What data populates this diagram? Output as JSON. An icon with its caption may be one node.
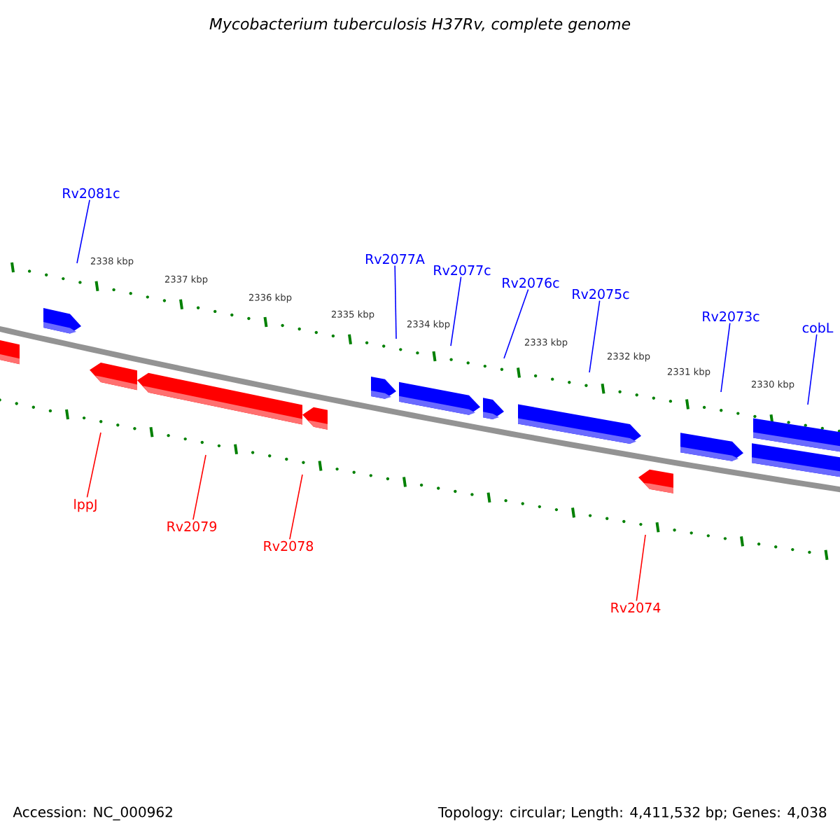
{
  "diagram": {
    "title": "Mycobacterium tuberculosis H37Rv, complete genome",
    "nodes": [
      {
        "text": [
          "Rv2081c"
        ]
      },
      {
        "text": [
          "Rv2077A"
        ]
      },
      {
        "text": [
          "Rv2077c"
        ]
      },
      {
        "text": [
          "Rv2076c"
        ]
      },
      {
        "text": [
          "Rv2075c"
        ]
      },
      {
        "text": [
          "Rv2073c"
        ]
      },
      {
        "text": [
          "cobL"
        ]
      },
      {
        "text": [
          "lppJ"
        ]
      },
      {
        "text": [
          "Rv2079"
        ]
      },
      {
        "text": [
          "Rv2078"
        ]
      },
      {
        "text": [
          "Rv2074"
        ]
      }
    ],
    "edges": [
      {
        "from": 0,
        "to": null,
        "arrow": "none"
      },
      {
        "from": 1,
        "to": null,
        "arrow": "none"
      },
      {
        "from": 2,
        "to": null,
        "arrow": "none"
      },
      {
        "from": 3,
        "to": null,
        "arrow": "none"
      },
      {
        "from": 4,
        "to": null,
        "arrow": "none"
      },
      {
        "from": 5,
        "to": null,
        "arrow": "none"
      },
      {
        "from": 6,
        "to": null,
        "arrow": "none"
      },
      {
        "from": 7,
        "to": null,
        "arrow": "none",
        "color": "#ff0000"
      },
      {
        "from": 8,
        "to": null,
        "arrow": "none",
        "color": "#ff0000"
      },
      {
        "from": 9,
        "to": null,
        "arrow": "none",
        "color": "#ff0000"
      },
      {
        "from": 10,
        "to": null,
        "arrow": "none",
        "color": "#ff0000"
      }
    ],
    "labels": [
      "2338 kbp",
      "2337 kbp",
      "2336 kbp",
      "2335 kbp",
      "2334 kbp",
      "2333 kbp",
      "2332 kbp",
      "2331 kbp",
      "2330 kbp",
      "Accession: NC_000962",
      "Topology: circular; Length: 4,411,532 bp; Genes: 4,038"
    ]
  }
}
